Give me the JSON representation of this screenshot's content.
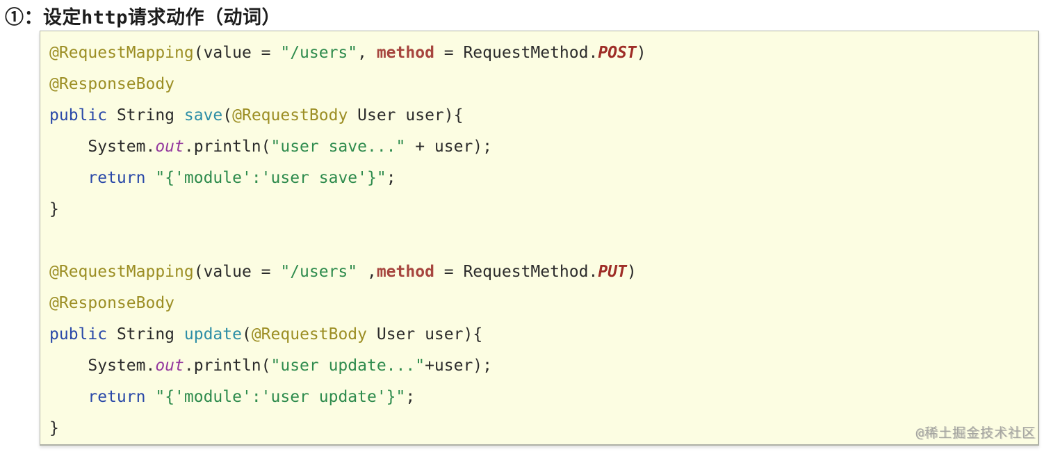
{
  "page": {
    "title": "①：设定http请求动作（动词）",
    "watermark": "@稀土掘金技术社区"
  },
  "colors": {
    "title": "#1d1d1d",
    "code_bg": "#fcfde2",
    "code_border": "#aeb1a6",
    "plain": "#2b2b2b",
    "annotation": "#9c8e24",
    "string": "#2e8b4d",
    "keyword_blue": "#2948a8",
    "keyword_red": "#a6453e",
    "enum_red": "#9e2d27",
    "method_teal": "#2d8ea6",
    "field_purple": "#94399e",
    "watermark": "#9d9d9b"
  },
  "code": {
    "language": "java",
    "lines": [
      {
        "tokens": [
          {
            "t": "@RequestMapping",
            "c": "ann"
          },
          {
            "t": "(value = ",
            "c": "plain"
          },
          {
            "t": "\"/users\"",
            "c": "str"
          },
          {
            "t": ", ",
            "c": "plain"
          },
          {
            "t": "method",
            "c": "kwred"
          },
          {
            "t": " = RequestMethod.",
            "c": "plain"
          },
          {
            "t": "POST",
            "c": "enum"
          },
          {
            "t": ")",
            "c": "plain"
          }
        ]
      },
      {
        "tokens": [
          {
            "t": "@ResponseBody",
            "c": "ann"
          }
        ]
      },
      {
        "tokens": [
          {
            "t": "public",
            "c": "kwblue"
          },
          {
            "t": " String ",
            "c": "plain"
          },
          {
            "t": "save",
            "c": "method"
          },
          {
            "t": "(",
            "c": "plain"
          },
          {
            "t": "@RequestBody",
            "c": "ann"
          },
          {
            "t": " User user){",
            "c": "plain"
          }
        ]
      },
      {
        "tokens": [
          {
            "t": "    System.",
            "c": "plain"
          },
          {
            "t": "out",
            "c": "field"
          },
          {
            "t": ".println(",
            "c": "plain"
          },
          {
            "t": "\"user save...\"",
            "c": "str"
          },
          {
            "t": " + user);",
            "c": "plain"
          }
        ]
      },
      {
        "tokens": [
          {
            "t": "    ",
            "c": "plain"
          },
          {
            "t": "return",
            "c": "kwblue"
          },
          {
            "t": " ",
            "c": "plain"
          },
          {
            "t": "\"{'module':'user save'}\"",
            "c": "str"
          },
          {
            "t": ";",
            "c": "plain"
          }
        ]
      },
      {
        "tokens": [
          {
            "t": "}",
            "c": "plain"
          }
        ]
      },
      {
        "tokens": []
      },
      {
        "tokens": [
          {
            "t": "@RequestMapping",
            "c": "ann"
          },
          {
            "t": "(value = ",
            "c": "plain"
          },
          {
            "t": "\"/users\"",
            "c": "str"
          },
          {
            "t": " ,",
            "c": "plain"
          },
          {
            "t": "method",
            "c": "kwred"
          },
          {
            "t": " = RequestMethod.",
            "c": "plain"
          },
          {
            "t": "PUT",
            "c": "enum"
          },
          {
            "t": ")",
            "c": "plain"
          }
        ]
      },
      {
        "tokens": [
          {
            "t": "@ResponseBody",
            "c": "ann"
          }
        ]
      },
      {
        "tokens": [
          {
            "t": "public",
            "c": "kwblue"
          },
          {
            "t": " String ",
            "c": "plain"
          },
          {
            "t": "update",
            "c": "method"
          },
          {
            "t": "(",
            "c": "plain"
          },
          {
            "t": "@RequestBody",
            "c": "ann"
          },
          {
            "t": " User user){",
            "c": "plain"
          }
        ]
      },
      {
        "tokens": [
          {
            "t": "    System.",
            "c": "plain"
          },
          {
            "t": "out",
            "c": "field"
          },
          {
            "t": ".println(",
            "c": "plain"
          },
          {
            "t": "\"user update...\"",
            "c": "str"
          },
          {
            "t": "+user);",
            "c": "plain"
          }
        ]
      },
      {
        "tokens": [
          {
            "t": "    ",
            "c": "plain"
          },
          {
            "t": "return",
            "c": "kwblue"
          },
          {
            "t": " ",
            "c": "plain"
          },
          {
            "t": "\"{'module':'user update'}\"",
            "c": "str"
          },
          {
            "t": ";",
            "c": "plain"
          }
        ]
      },
      {
        "tokens": [
          {
            "t": "}",
            "c": "plain"
          }
        ]
      }
    ]
  }
}
